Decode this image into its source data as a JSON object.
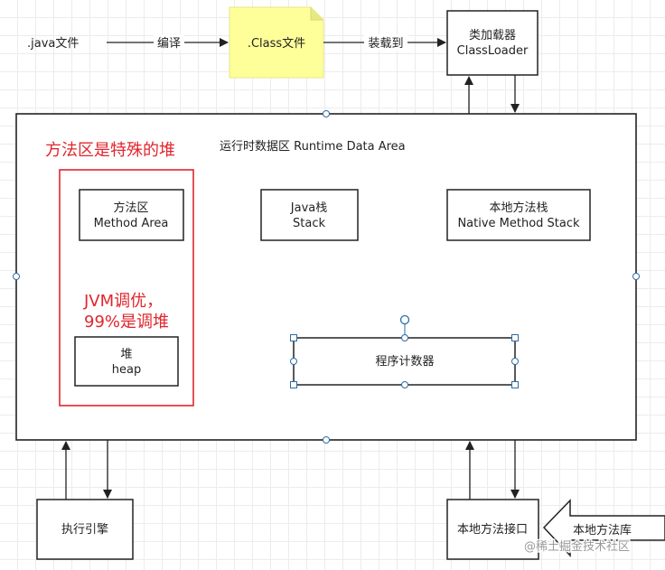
{
  "nodes": {
    "java_file": ".java文件",
    "class_file": ".Class文件",
    "class_loader": [
      "类加载器",
      "ClassLoader"
    ],
    "runtime_area_title": "运行时数据区 Runtime Data Area",
    "method_area_note": "方法区是特殊的堆",
    "method_area": [
      "方法区",
      "Method Area"
    ],
    "java_stack": [
      "Java栈",
      "Stack"
    ],
    "native_stack": [
      "本地方法栈",
      "Native Method Stack"
    ],
    "tuning_note": [
      "JVM调优，",
      "99%是调堆"
    ],
    "heap": [
      "堆",
      "heap"
    ],
    "pc_register": "程序计数器",
    "exec_engine": "执行引擎",
    "native_interface": "本地方法接口",
    "native_library": "本地方法库"
  },
  "edges": {
    "compile": "编译",
    "load": "装载到"
  },
  "watermark": "@稀土掘金技术社区",
  "colors": {
    "red": "#e0262d",
    "note_yellow": "#ffff99",
    "handle_blue": "#2d6ca2"
  }
}
